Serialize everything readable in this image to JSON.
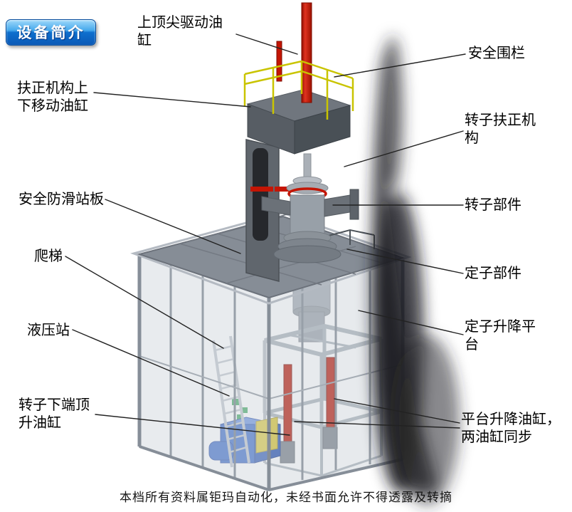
{
  "page": {
    "title_badge": "设备简介",
    "footer": "本档所有资料属钜玛自动化，未经书面允许不得透露及转摘"
  },
  "labels": {
    "top_cylinder": "上顶尖驱动油缸",
    "safety_fence": "安全围栏",
    "centering_updown_cylinder": "扶正机构上下移动油缸",
    "rotor_centering_mechanism": "转子扶正机构",
    "antislip_platform": "安全防滑站板",
    "rotor_part": "转子部件",
    "ladder": "爬梯",
    "stator_part": "定子部件",
    "hydraulic_station": "液压站",
    "stator_lift_platform": "定子升降平台",
    "rotor_bottom_jack_cylinder": "转子下端顶升油缸",
    "platform_lift_cylinders": "平台升降油缸，两油缸同步"
  },
  "colors": {
    "badge_blue": "#0d6fd0",
    "cylinder_red": "#c41504",
    "railing_yellow": "#c9c400",
    "hydraulic_blue": "#2a5ec4",
    "tank_yellow": "#d9c52d",
    "structure_gray": "#868d96"
  }
}
